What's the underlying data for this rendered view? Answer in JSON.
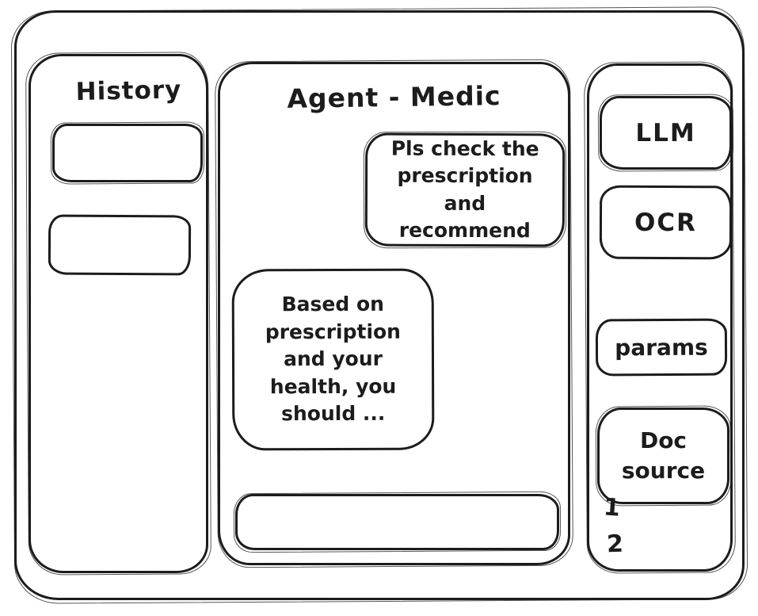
{
  "window": {
    "background": "#ffffff",
    "stroke": "#1c1c1c"
  },
  "history": {
    "title": "History",
    "items": [
      {
        "label": ""
      },
      {
        "label": ""
      }
    ]
  },
  "chat": {
    "title": "Agent - Medic",
    "messages": [
      {
        "role": "user",
        "text": "Pls check the prescription and recommend"
      },
      {
        "role": "assistant",
        "text": "Based on prescription and your health, you should ..."
      }
    ],
    "input": {
      "value": "",
      "placeholder": ""
    }
  },
  "tools": {
    "buttons": [
      {
        "label": "LLM"
      },
      {
        "label": "OCR"
      },
      {
        "label": "params"
      },
      {
        "label": "Doc source"
      }
    ],
    "doc_source_items": [
      "1",
      "2"
    ]
  }
}
